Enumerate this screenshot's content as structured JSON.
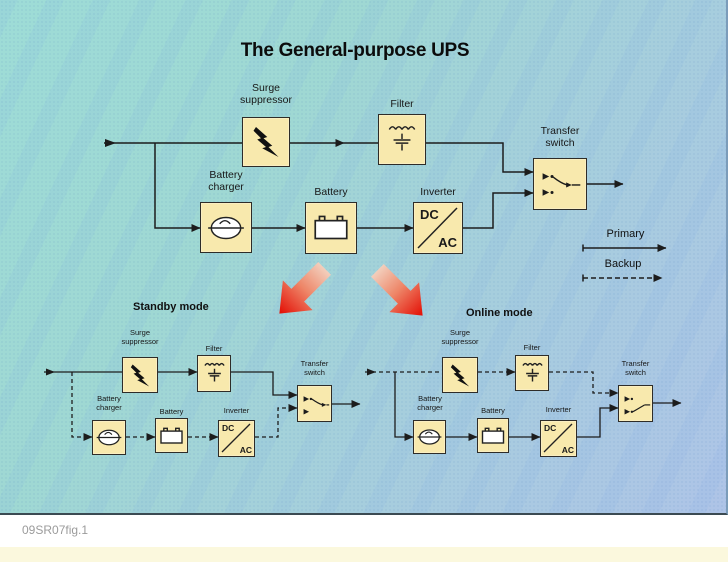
{
  "title": "The General-purpose UPS",
  "figure_code": "09SR07fig.1",
  "legend": {
    "primary": "Primary",
    "backup": "Backup"
  },
  "modes": {
    "standby": "Standby mode",
    "online": "Online mode"
  },
  "blocks": {
    "surge": "Surge\nsuppressor",
    "filter": "Filter",
    "charger": "Battery\ncharger",
    "battery": "Battery",
    "inverter": "Inverter",
    "transfer": "Transfer\nswitch",
    "dc": "DC",
    "ac": "AC"
  },
  "colors": {
    "background_teal": "#9edcd6",
    "background_blue": "#abc3e4",
    "box_fill": "#f8e9ad",
    "box_border": "#2e2c28",
    "line": "#1c1c1c",
    "red_arrow": "#e8150d",
    "footer_strip": "#fbf8dd"
  }
}
